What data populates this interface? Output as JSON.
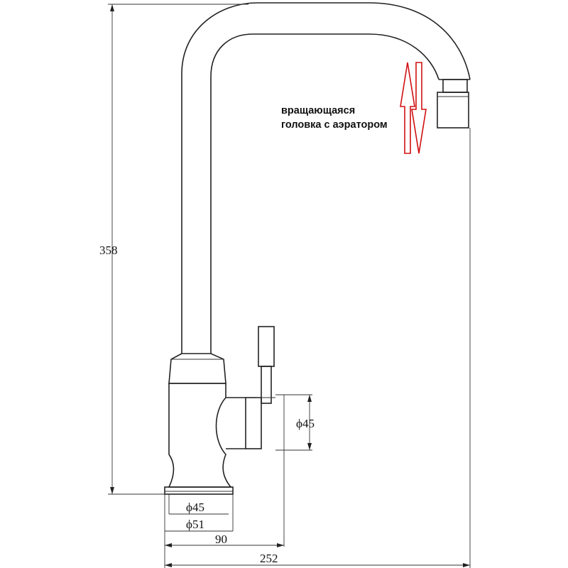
{
  "dimensions": {
    "height_total": "358",
    "width_total": "252",
    "reach_base": "90",
    "base_d45": "ϕ45",
    "base_d51": "ϕ51",
    "handle_d45": "ϕ45"
  },
  "caption": {
    "line1": "вращающаяся",
    "line2": "головка с аэратором"
  },
  "colors": {
    "line": "#222222",
    "arrow": "#d01010"
  }
}
